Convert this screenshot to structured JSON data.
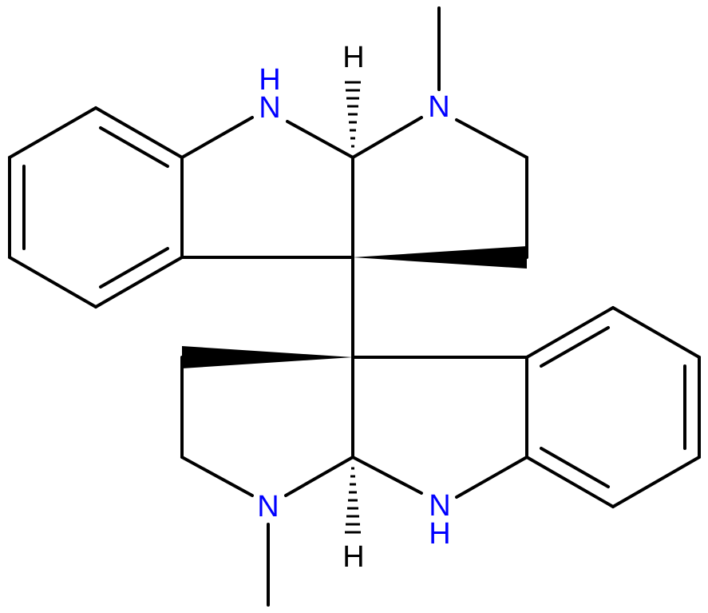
{
  "molecule": {
    "atoms": {
      "n_top_left": "N",
      "h_top_left": "H",
      "n_top_right": "N",
      "h_top_stereo": "H",
      "n_bottom_left": "N",
      "n_bottom_right": "N",
      "h_bottom_right": "H",
      "h_bottom_stereo": "H"
    },
    "colors": {
      "heteroatom": "#0000ff",
      "carbon_bond": "#000000",
      "hydrogen": "#000000",
      "background": "#ffffff"
    }
  }
}
